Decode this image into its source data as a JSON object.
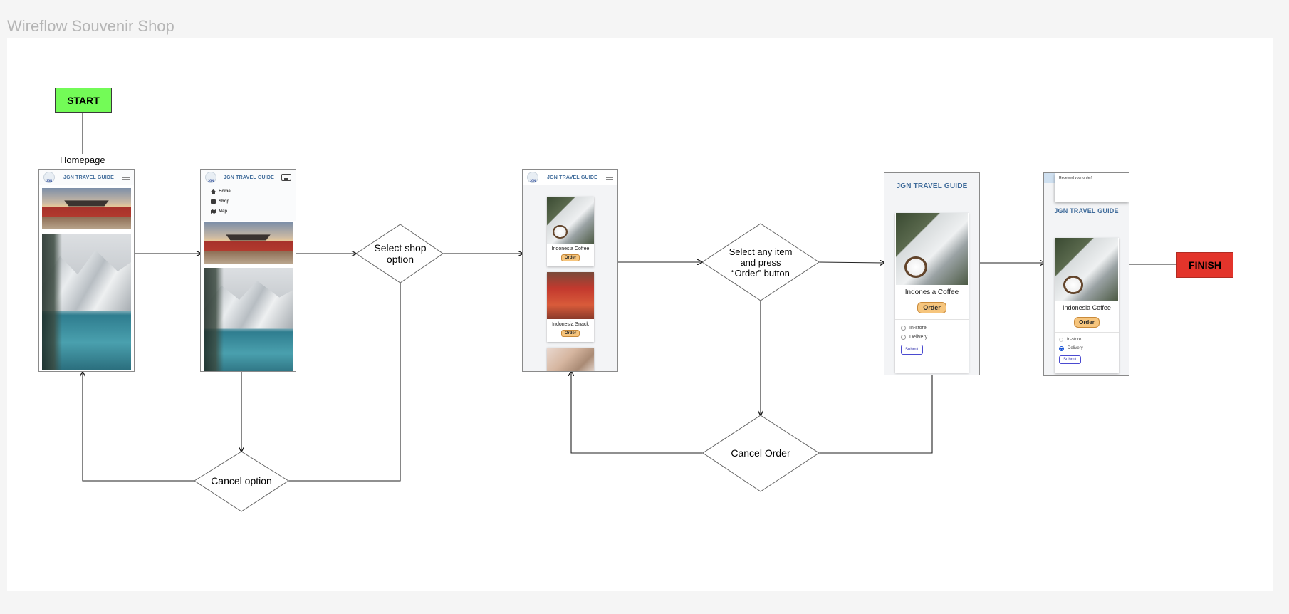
{
  "frame": {
    "title": "Wireflow Souvenir Shop"
  },
  "nodes": {
    "start": "START",
    "finish": "FINISH",
    "homepage_label": "Homepage",
    "select_shop": [
      "Select shop",
      "option"
    ],
    "cancel_option": "Cancel option",
    "select_item": [
      "Select any item",
      "and press",
      "“Order” button"
    ],
    "cancel_order": "Cancel Order"
  },
  "app": {
    "logo": "JGN",
    "brand": "JGN TRAVEL GUIDE",
    "menu": [
      "Home",
      "Shop",
      "Map"
    ]
  },
  "shop_list": {
    "items": [
      {
        "name": "Indonesia Coffee",
        "button": "Order"
      },
      {
        "name": "Indonesia Snack",
        "button": "Order"
      }
    ]
  },
  "order_screen": {
    "product": "Indonesia Coffee",
    "button": "Order",
    "options": [
      "In-store",
      "Delivery"
    ],
    "submit": "Submit"
  },
  "confirm_screen": {
    "toast": "Received your order!",
    "product": "Indonesia Coffee",
    "button": "Order",
    "options": [
      "In-store",
      "Delivery"
    ],
    "selected_option": "Delivery",
    "submit": "Submit"
  },
  "colors": {
    "start_fill": "#73fb57",
    "finish_fill": "#e3342b",
    "brand_text": "#3f6b9a",
    "order_button": "#f6c57d"
  }
}
